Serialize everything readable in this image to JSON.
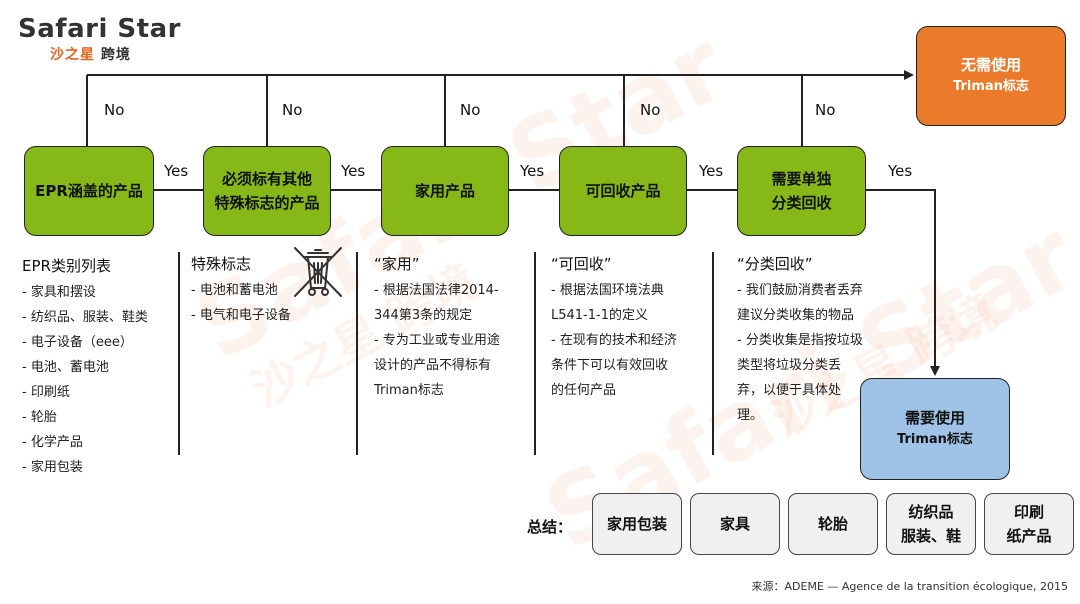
{
  "logo": {
    "en": "Safari Star",
    "cn_orange": "沙之星",
    "cn_dark": "跨境"
  },
  "watermark": {
    "en": "Safari Star",
    "cn": "沙之星 跨境"
  },
  "boxes": [
    {
      "lines": [
        "EPR涵盖的产品"
      ]
    },
    {
      "lines": [
        "必须标有其他",
        "特殊标志的产品"
      ]
    },
    {
      "lines": [
        "家用产品"
      ]
    },
    {
      "lines": [
        "可回收产品"
      ]
    },
    {
      "lines": [
        "需要单独",
        "分类回收"
      ]
    }
  ],
  "yes_labels": [
    "Yes",
    "Yes",
    "Yes",
    "Yes",
    "Yes"
  ],
  "no_labels": [
    "No",
    "No",
    "No",
    "No",
    "No"
  ],
  "outcome_no": {
    "line1": "无需使用",
    "line2": "Triman标志"
  },
  "outcome_yes": {
    "line1": "需要使用",
    "line2": "Triman标志"
  },
  "columns": [
    {
      "heading": "EPR类别列表",
      "items": [
        "- 家具和摆设",
        "- 纺织品、服装、鞋类",
        "- 电子设备（eee）",
        "- 电池、蓄电池",
        "- 印刷纸",
        "- 轮胎",
        "- 化学产品",
        "- 家用包装"
      ]
    },
    {
      "heading": "特殊标志",
      "items": [
        "- 电池和蓄电池",
        "- 电气和电子设备"
      ]
    },
    {
      "heading": "“家用”",
      "items": [
        "- 根据法国法律2014-",
        "344第3条的规定",
        "- 专为工业或专业用途",
        "设计的产品不得标有",
        "Triman标志"
      ]
    },
    {
      "heading": "“可回收”",
      "items": [
        "- 根据法国环境法典",
        "L541-1-1的定义",
        "- 在现有的技术和经济",
        "条件下可以有效回收",
        "的任何产品"
      ]
    },
    {
      "heading": "“分类回收”",
      "items": [
        "- 我们鼓励消费者丢弃",
        "建议分类收集的物品",
        "- 分类收集是指按垃圾",
        "类型将垃圾分类丢",
        "弃，以便于具体处",
        "理。"
      ]
    }
  ],
  "summary": {
    "label": "总结：",
    "items": [
      {
        "lines": [
          "家用包装"
        ]
      },
      {
        "lines": [
          "家具"
        ]
      },
      {
        "lines": [
          "轮胎"
        ]
      },
      {
        "lines": [
          "纺织品",
          "服装、鞋"
        ]
      },
      {
        "lines": [
          "印刷",
          "纸产品"
        ]
      }
    ]
  },
  "source": "来源：ADEME — Agence de la transition écologique, 2015",
  "colors": {
    "green": "#86b817",
    "orange": "#ec7a2b",
    "blue": "#9fc3e6",
    "summary_bg": "#f0f0f0",
    "brand_orange": "#e8611c"
  },
  "icons": [
    "crossed-out-wheelie-bin-icon"
  ]
}
